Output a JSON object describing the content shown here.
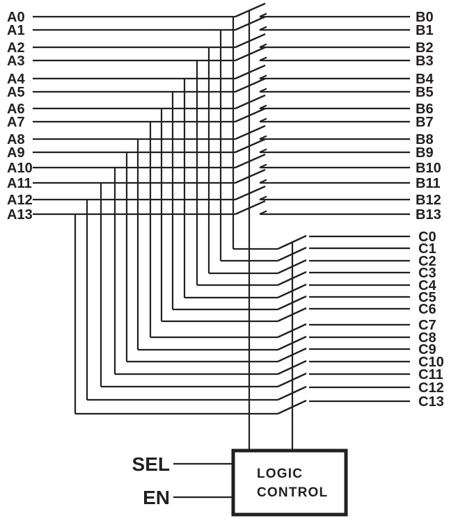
{
  "diagram": {
    "left_ports": [
      "A0",
      "A1",
      "A2",
      "A3",
      "A4",
      "A5",
      "A6",
      "A7",
      "A8",
      "A9",
      "A10",
      "A11",
      "A12",
      "A13"
    ],
    "right_ports_top": [
      "B0",
      "B1",
      "B2",
      "B3",
      "B4",
      "B5",
      "B6",
      "B7",
      "B8",
      "B9",
      "B10",
      "B11",
      "B12",
      "B13"
    ],
    "right_ports_bottom": [
      "C0",
      "C1",
      "C2",
      "C3",
      "C4",
      "C5",
      "C6",
      "C7",
      "C8",
      "C9",
      "C10",
      "C11",
      "C12",
      "C13"
    ],
    "control_box": {
      "label_line1": "LOGIC",
      "label_line2": "CONTROL"
    },
    "control_inputs": {
      "select_label": "SEL",
      "enable_label": "EN"
    },
    "colors": {
      "wire": "#231f20",
      "text": "#231f20",
      "background": "#ffffff"
    }
  }
}
